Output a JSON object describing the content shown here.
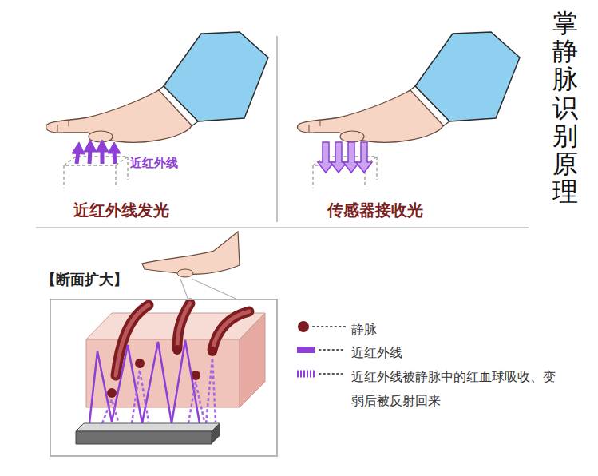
{
  "diagram": {
    "title": "掌静脉识别原理",
    "nodes": [
      {
        "text": [
          "【断面扩大】"
        ]
      }
    ],
    "labels": [
      "近红外线",
      "近红外线发光",
      "传感器接收光"
    ],
    "legend": [
      {
        "text": "静脉",
        "color": "#7b1a1f"
      },
      {
        "text": "近红外线"
      },
      {
        "text": "近红外线被静脉中的红血球吸收、变弱后被反射回来"
      }
    ]
  }
}
